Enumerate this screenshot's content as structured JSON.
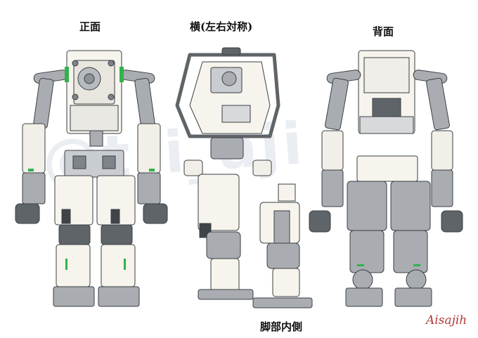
{
  "labels": {
    "front": "正面",
    "side": "横(左右対称)",
    "back": "背面",
    "leg_inner": "脚部内側"
  },
  "watermark": "@tri_aji",
  "signature": "Aisajih",
  "colors": {
    "body_white": "#f6f4ec",
    "gray": "#a9adb1",
    "dark_gray": "#5f6468",
    "outline": "#3b3f44",
    "accent_green": "#2fb34a",
    "signature_red": "#b23a3a"
  }
}
